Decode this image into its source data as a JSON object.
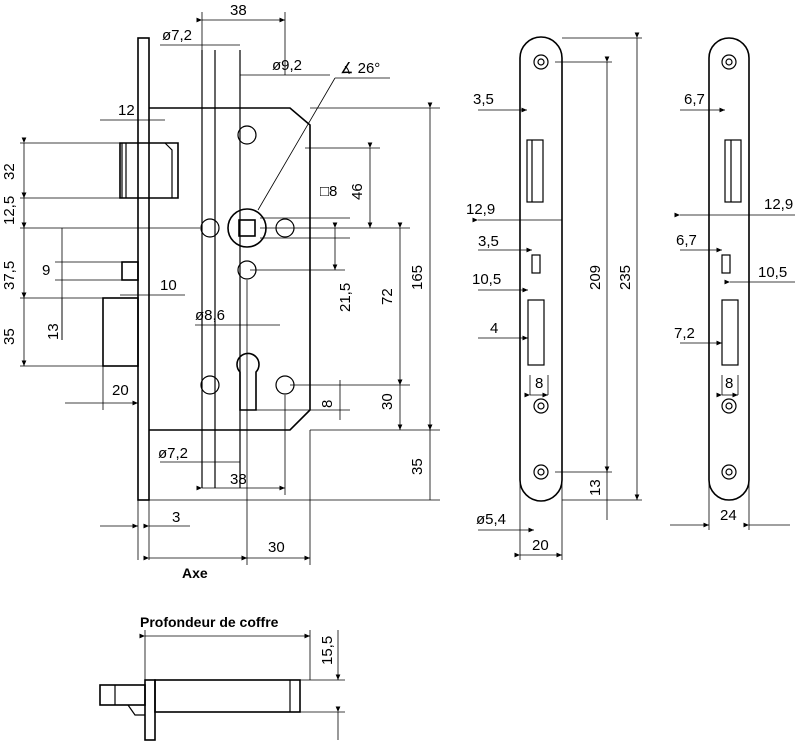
{
  "dimensions": {
    "top_38": "38",
    "dia_7_2_top": "ø7,2",
    "dia_9_2": "ø9,2",
    "angle_26": "∡ 26°",
    "d_12": "12",
    "d_32": "32",
    "d_12_5": "12,5",
    "d_37_5": "37,5",
    "d_9": "9",
    "d_10": "10",
    "d_35_left": "35",
    "d_13_left": "13",
    "d_20_left": "20",
    "sq_8": "□8",
    "d_46": "46",
    "d_21_5": "21,5",
    "d_72": "72",
    "d_165": "165",
    "dia_8_6": "ø8,6",
    "d_8_cyl": "8",
    "d_30_v": "30",
    "d_35_right": "35",
    "dia_7_2_bot": "ø7,2",
    "bot_38": "38",
    "d_3": "3",
    "d_30_h": "30",
    "axe": "Axe",
    "p1_3_5": "3,5",
    "p1_12_9": "12,9",
    "p1_3_5b": "3,5",
    "p1_10_5": "10,5",
    "p1_4": "4",
    "p1_8": "8",
    "p1_209": "209",
    "p1_235": "235",
    "p1_13": "13",
    "p1_dia_5_4": "ø5,4",
    "p1_20": "20",
    "p2_6_7": "6,7",
    "p2_12_9": "12,9",
    "p2_6_7b": "6,7",
    "p2_10_5": "10,5",
    "p2_7_2": "7,2",
    "p2_8": "8",
    "p2_24": "24",
    "profondeur": "Profondeur de coffre",
    "d_15_5": "15,5"
  }
}
